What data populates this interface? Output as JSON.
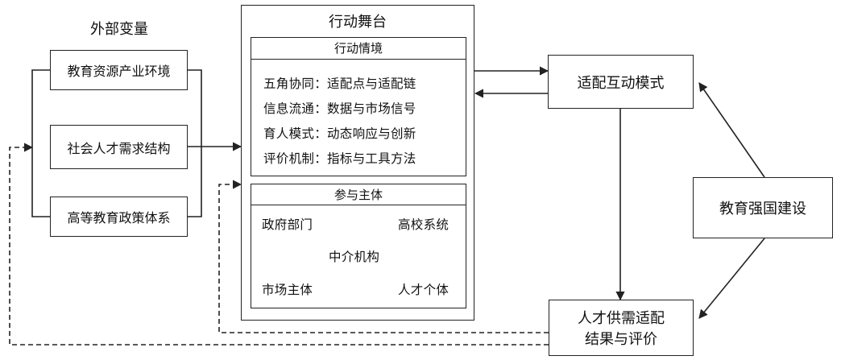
{
  "external": {
    "title": "外部变量",
    "items": [
      "教育资源产业环境",
      "社会人才需求结构",
      "高等教育政策体系"
    ]
  },
  "stage": {
    "title": "行动舞台",
    "situation": {
      "title": "行动情境",
      "lines": [
        "五角协同：适配点与适配链",
        "信息流通：数据与市场信号",
        "育人模式：动态响应与创新",
        "评价机制：指标与工具方法"
      ]
    },
    "participants": {
      "title": "参与主体",
      "gov": "政府部门",
      "uni": "高校系统",
      "mid": "中介机构",
      "market": "市场主体",
      "talent": "人才个体"
    }
  },
  "mode": "适配互动模式",
  "power": "教育强国建设",
  "result": {
    "line1": "人才供需适配",
    "line2": "结果与评价"
  }
}
